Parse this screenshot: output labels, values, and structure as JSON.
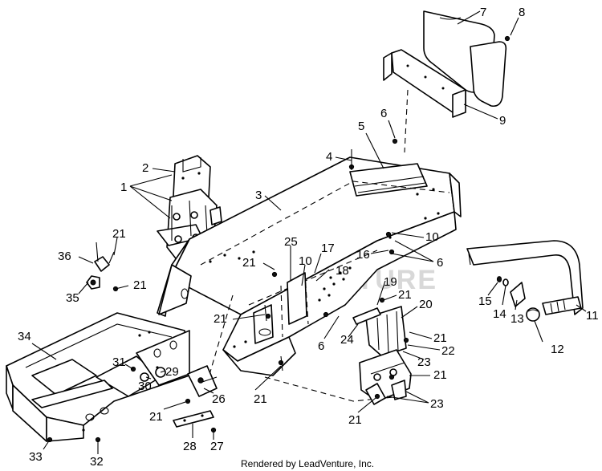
{
  "footer_text": "Rendered by LeadVenture, Inc.",
  "watermark_text": "LEADVENTURE",
  "callouts": [
    "1",
    "2",
    "3",
    "4",
    "5",
    "6",
    "6",
    "6",
    "6",
    "7",
    "8",
    "9",
    "10",
    "10",
    "11",
    "12",
    "13",
    "14",
    "15",
    "16",
    "17",
    "18",
    "19",
    "20",
    "21",
    "21",
    "21",
    "21",
    "21",
    "21",
    "21",
    "21",
    "21",
    "21",
    "21",
    "22",
    "23",
    "23",
    "24",
    "25",
    "26",
    "27",
    "28",
    "29",
    "30",
    "31",
    "32",
    "33",
    "34",
    "35",
    "36"
  ]
}
